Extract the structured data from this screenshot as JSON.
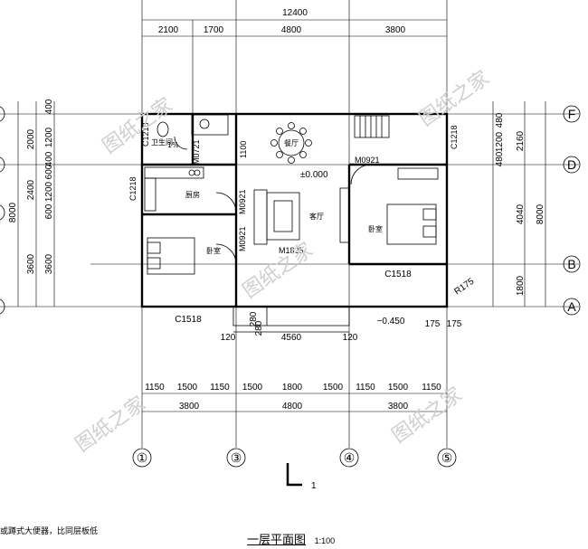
{
  "overall_dimension": "12400",
  "top_dims": [
    "2100",
    "1700",
    "4800",
    "3800"
  ],
  "bottom_dims_row1": [
    "1150",
    "1500",
    "1150",
    "1500",
    "1800",
    "1500",
    "1150",
    "1500",
    "1150"
  ],
  "bottom_dims_row2": [
    "3800",
    "4800",
    "3800"
  ],
  "left_dims": {
    "outer": "8000",
    "mid": [
      "2000",
      "2400",
      "3600"
    ],
    "inner": [
      "400",
      "1200",
      "400",
      "600",
      "1200",
      "600",
      "3600"
    ]
  },
  "right_dims": {
    "outer": "8000",
    "mid": [
      "2160",
      "4040",
      "1800"
    ],
    "inner": [
      "480",
      "1200",
      "480"
    ]
  },
  "axis_labels_horizontal": [
    "①",
    "③",
    "④",
    "⑤"
  ],
  "axis_labels_vertical": [
    "F",
    "D",
    "B",
    "A"
  ],
  "rooms": {
    "dining": "餐厅",
    "kitchen": "厨房",
    "living": "客厅",
    "bedroom_left": "卧室",
    "bedroom_right": "卧室",
    "bathroom": "卫生间",
    "slope": "1%"
  },
  "labels": {
    "c1218_top": "C1218",
    "c1218_kitchen": "C1218",
    "c1218_right": "C1218",
    "m0721": "M0721",
    "m0921_right": "M0921",
    "m0921_kitchen": "M0921",
    "m0921_bed": "M0921",
    "m1825": "M1825",
    "c1518_left": "C1518",
    "c1518_right": "C1518",
    "dim_1100": "1100",
    "elev_floor": "±0.000",
    "elev_outside": "−0.450",
    "r175": "R175",
    "porch_4560": "4560",
    "porch_120_l": "120",
    "porch_120_r": "120",
    "porch_280_a": "280",
    "porch_280_b": "280",
    "dim_175_a": "175",
    "dim_175_b": "175"
  },
  "title": "一层平面图",
  "scale": "1:100",
  "section_mark": "1",
  "note_text": "或蹲式大便器，比同层板低",
  "watermark": "图纸之家"
}
